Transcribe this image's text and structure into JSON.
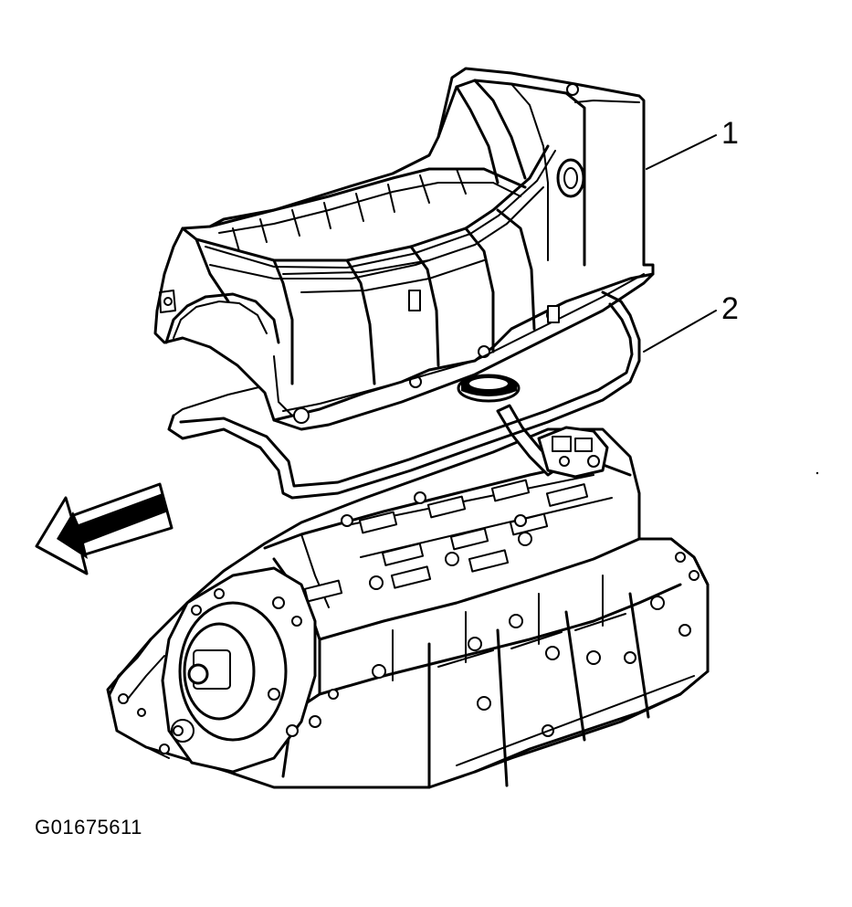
{
  "diagram": {
    "callouts": [
      {
        "number": "1"
      },
      {
        "number": "2"
      }
    ],
    "figure_id": "G01675611",
    "icons": [
      "direction-arrow-icon"
    ]
  }
}
